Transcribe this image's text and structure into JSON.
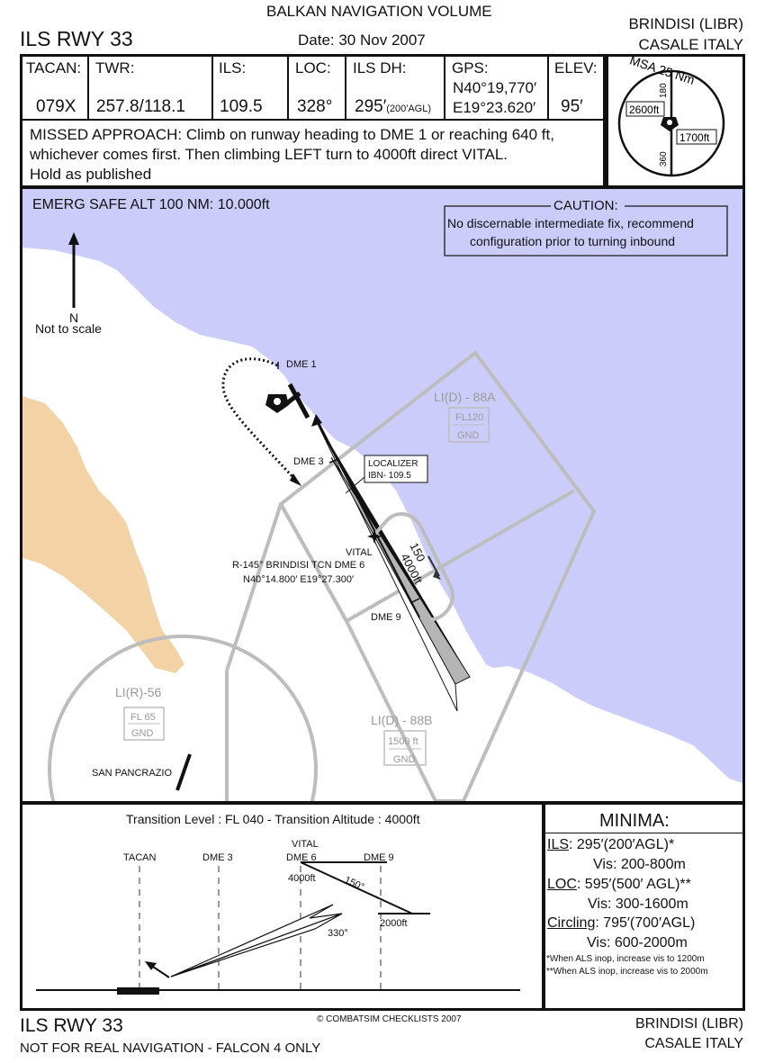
{
  "header": {
    "volume": "BALKAN NAVIGATION VOLUME",
    "procedure": "ILS RWY 33",
    "date": "Date: 30 Nov 2007",
    "airport": "BRINDISI (LIBR)",
    "location": "CASALE  ITALY"
  },
  "info_cells": [
    {
      "label": "TACAN:",
      "value": "079X"
    },
    {
      "label": "TWR:",
      "value": "257.8/118.1"
    },
    {
      "label": "ILS:",
      "value": "109.5"
    },
    {
      "label": "LOC:",
      "value": "328°"
    },
    {
      "label": "ILS DH:",
      "value": "295′",
      "sub": "(200′AGL)"
    },
    {
      "label": "GPS:",
      "value": "N40°19,770′",
      "value2": "E19°23.620′"
    },
    {
      "label": "ELEV:",
      "value": "95′"
    }
  ],
  "missed_approach": {
    "line1": "MISSED APPROACH: Climb on runway heading to DME 1 or reaching 640 ft,",
    "line2": "whichever comes first. Then climbing LEFT turn to 4000ft  direct VITAL.",
    "line3": "Hold as published"
  },
  "msa": {
    "title": "MSA 25 Nm",
    "left_alt": "2600ft",
    "right_alt": "1700ft",
    "radial_top": "180",
    "radial_bottom": "360"
  },
  "plan": {
    "emerg_safe_alt": "EMERG SAFE ALT 100 NM: 10.000ft",
    "caution_title": "CAUTION:",
    "caution_line1": "No discernable intermediate fix, recommend",
    "caution_line2": "configuration prior to turning inbound",
    "north": "N",
    "not_to_scale": "Not to scale",
    "dme1": "DME 1",
    "dme3": "DME 3",
    "dme9": "DME 9",
    "localizer_line1": "LOCALIZER",
    "localizer_line2": "IBN- 109.5",
    "vital": "VITAL",
    "vital_radial": "R-145° BRINDISI TCN DME 6",
    "vital_coords": "N40°14.800′ E19°27.300′",
    "hold_course": "150",
    "hold_alt": "4000ft",
    "area_88a": "LI(D) - 88A",
    "area_88a_top": "FL120",
    "area_88a_bottom": "GND",
    "area_88b": "LI(D) - 88B",
    "area_88b_top": "1500 ft",
    "area_88b_bottom": "GND",
    "area_56": "LI(R)-56",
    "area_56_top": "FL 65",
    "area_56_bottom": "GND",
    "san_pancrazio": "SAN PANCRAZIO"
  },
  "profile": {
    "transition": "Transition Level : FL 040  -  Transition Altitude : 4000ft",
    "tacan": "TACAN",
    "dme3": "DME 3",
    "vital": "VITAL",
    "dme6": "DME 6",
    "dme9": "DME 9",
    "alt_4000": "4000ft",
    "alt_2000": "2000ft",
    "course_150": "150°",
    "course_330": "330°"
  },
  "minima": {
    "title": "MINIMA:",
    "ils_label": "ILS",
    "ils_value": ": 295′(200′AGL)*",
    "ils_vis": "Vis: 200-800m",
    "loc_label": "LOC",
    "loc_value": ": 595′(500′ AGL)**",
    "loc_vis": "Vis: 300-1600m",
    "circ_label": "Circling",
    "circ_value": ": 795′(700′AGL)",
    "circ_vis": "Vis: 600-2000m",
    "note1": "*When ALS inop, increase vis to 1200m",
    "note2": "**When ALS inop, increase vis to 2000m"
  },
  "footer": {
    "procedure": "ILS RWY 33",
    "disclaimer": "NOT FOR REAL NAVIGATION - FALCON 4 ONLY",
    "copyright": "© COMBATSIM CHECKLISTS 2007",
    "airport": "BRINDISI (LIBR)",
    "location": "CASALE  ITALY"
  },
  "colors": {
    "sea": "#ccccfa",
    "land": "#f3d3a6",
    "restricted": "#bdbdbd",
    "ink": "#111111"
  }
}
